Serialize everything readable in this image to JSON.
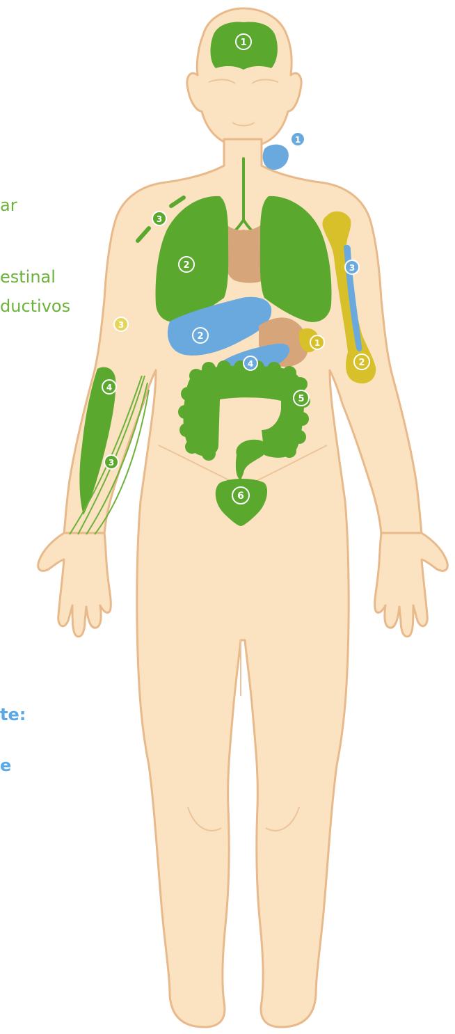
{
  "legend": {
    "green_fragments": [
      "ar",
      "estinal",
      "ductivos"
    ],
    "blue_fragments": [
      "te:",
      "e"
    ]
  },
  "markers": {
    "brain": "1",
    "lung": "2",
    "nerve_shoulder": "3",
    "forearm_muscle": "4",
    "forearm_nerve": "3",
    "intestine": "5",
    "bladder": "6",
    "liver": "2",
    "pancreas": "4",
    "throat": "1",
    "humerus": "2",
    "bone_marrow": "3",
    "gallbladder": "1",
    "elbow": "3"
  },
  "colors": {
    "skin": "#fbe3c2",
    "outline": "#e8b98a",
    "green": "#5aa82e",
    "blue": "#6aa9dd",
    "yellow": "#d8c02a",
    "tan": "#d7a57a",
    "marker_fill": "#ffffff"
  }
}
